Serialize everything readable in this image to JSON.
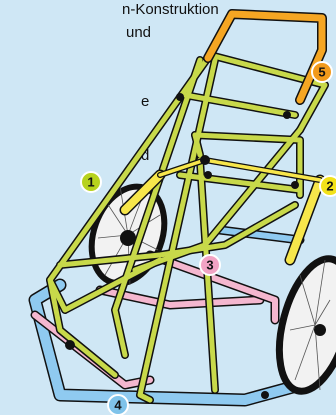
{
  "text": {
    "line1": "n-Konstruktion",
    "line2": "und",
    "line3": "e",
    "line4": "d"
  },
  "callouts": [
    {
      "label": "1",
      "color": "#b7d21d"
    },
    {
      "label": "2",
      "color": "#f2e21a"
    },
    {
      "label": "3",
      "color": "#f2a3c4"
    },
    {
      "label": "4",
      "color": "#7fc3ea"
    },
    {
      "label": "5",
      "color": "#f29a1b"
    }
  ],
  "colors": {
    "background": "#cfe7f5",
    "frame": "#c8d94a",
    "handlebar": "#f5a623",
    "yellow_bars": "#f7e64b",
    "pink_rails": "#f4b7cf",
    "blue_base": "#8fcaf0",
    "wheel": "#222222"
  }
}
